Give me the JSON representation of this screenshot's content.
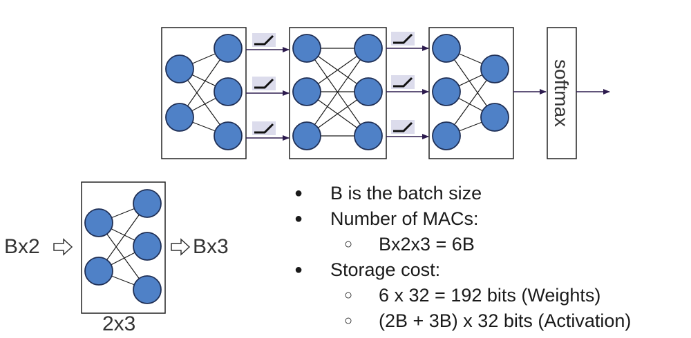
{
  "top_network": {
    "softmax_label": "softmax"
  },
  "small_network": {
    "input_label": "Bx2",
    "output_label": "Bx3",
    "caption": "2x3"
  },
  "bullets": [
    {
      "level": 1,
      "text": "B is the batch size"
    },
    {
      "level": 1,
      "text": "Number of MACs:"
    },
    {
      "level": 2,
      "text": "Bx2x3 = 6B"
    },
    {
      "level": 1,
      "text": "Storage cost:"
    },
    {
      "level": 2,
      "text": "6 x 32 = 192 bits (Weights)"
    },
    {
      "level": 2,
      "text": "(2B + 3B) x 32 bits (Activation)"
    }
  ],
  "colors": {
    "node_fill": "#4f81c7",
    "node_stroke": "#1f2f55",
    "box_stroke": "#222222",
    "arrow": "#2d1b4e",
    "relu_bg": "#dcdcec"
  }
}
